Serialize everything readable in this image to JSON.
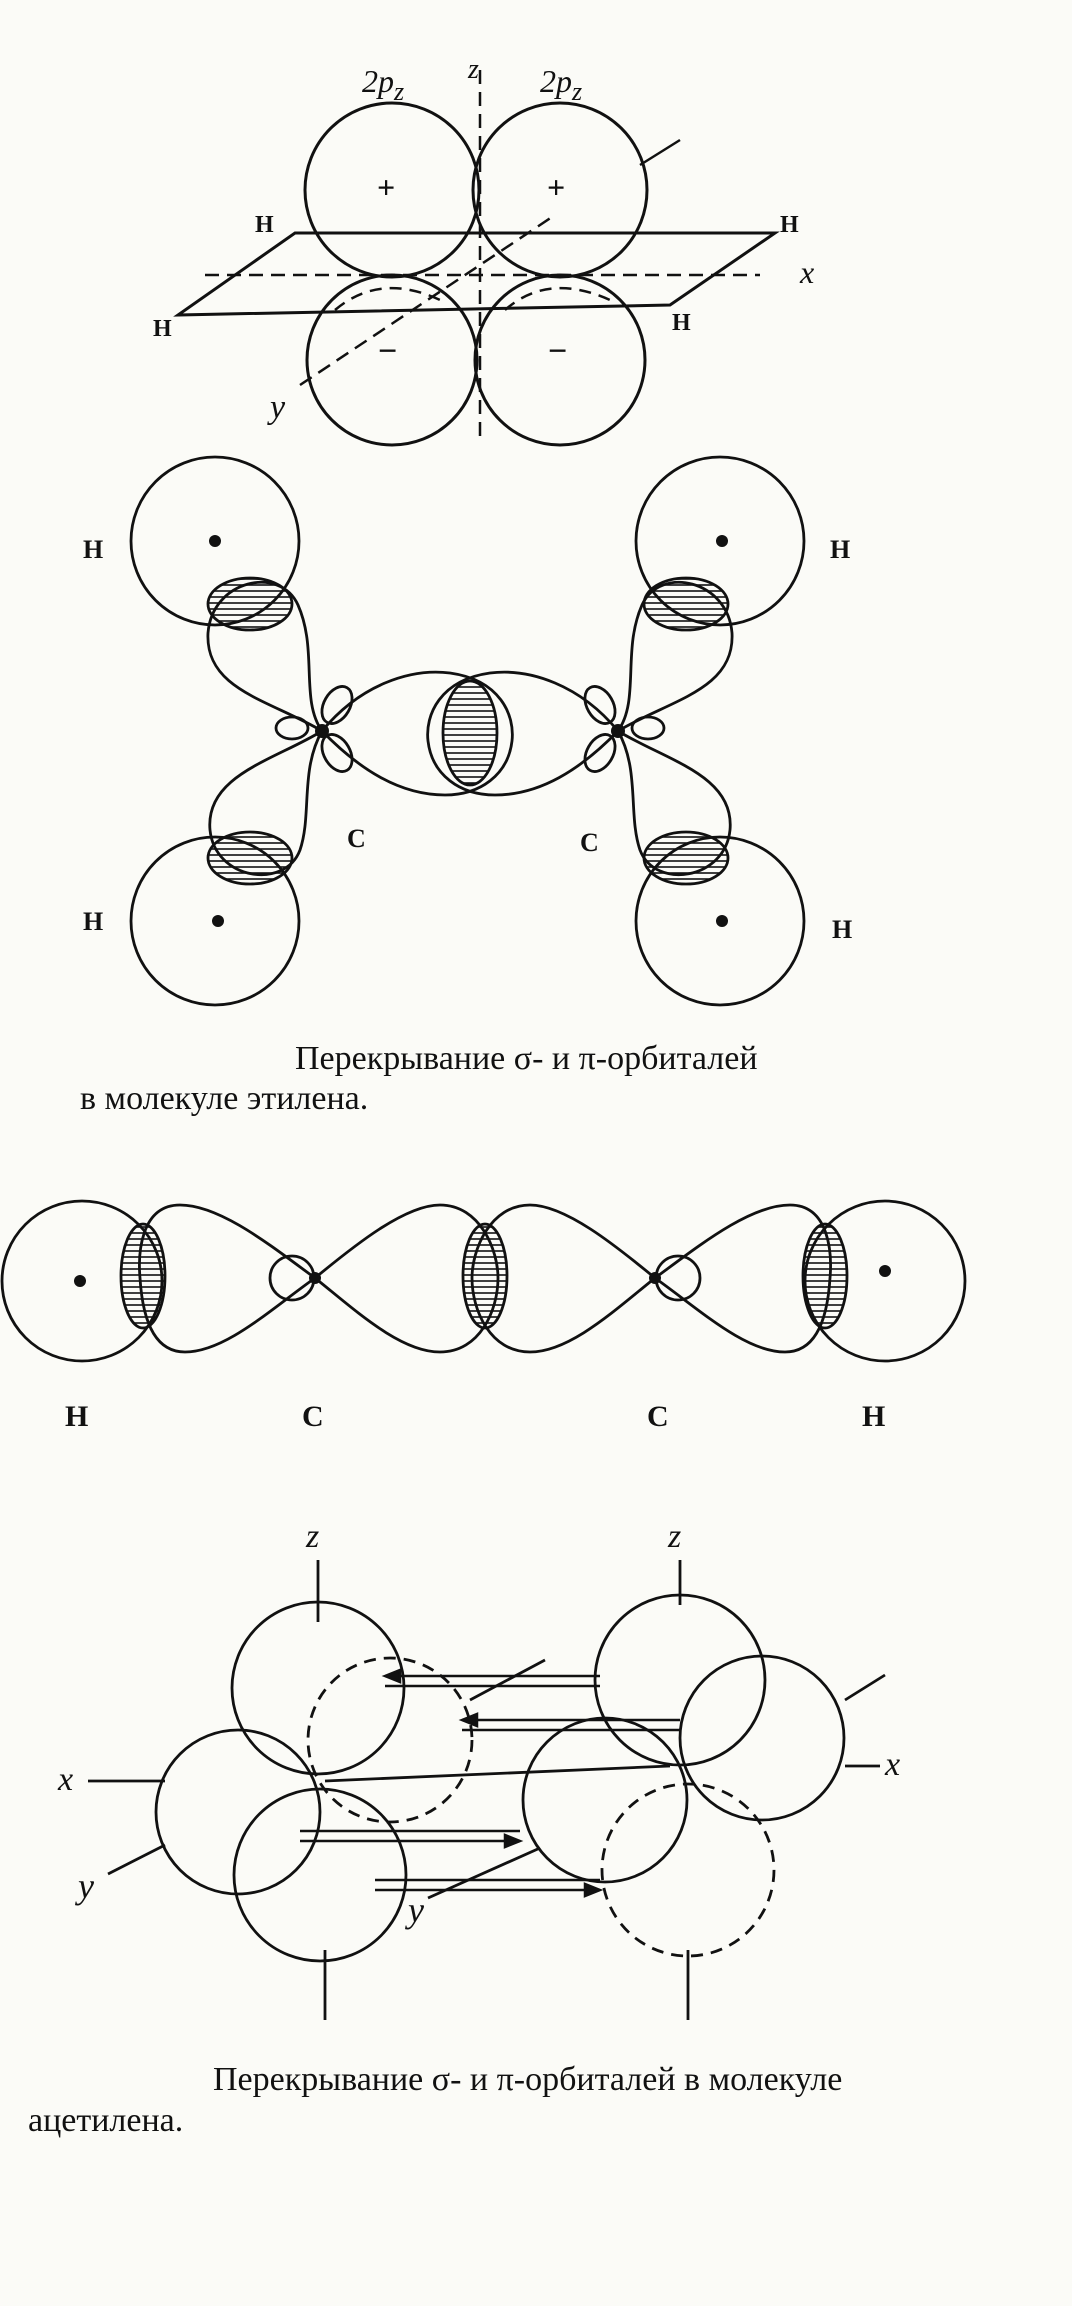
{
  "ethylene_pi": {
    "orbital_labels": [
      "2p",
      "2p"
    ],
    "orbital_subscript": "z",
    "axis_z": "z",
    "axis_x": "x",
    "axis_y": "y",
    "plus": "+",
    "minus": "−",
    "h_labels": [
      "H",
      "H",
      "H",
      "H"
    ]
  },
  "ethylene_sigma": {
    "h_labels": [
      "H",
      "H",
      "H",
      "H"
    ],
    "c_labels": [
      "C",
      "C"
    ]
  },
  "caption_ethylene": {
    "line1": "Перекрывание σ- и π-орбиталей",
    "line2": "в молекуле этилена."
  },
  "acetylene_sigma": {
    "labels": [
      "H",
      "C",
      "C",
      "H"
    ]
  },
  "acetylene_pi": {
    "axis_z": "z",
    "axis_x": "x",
    "axis_y": "y"
  },
  "caption_acetylene": {
    "line1": "Перекрывание σ- и π-орбиталей в молекуле",
    "line2": "ацетилена."
  }
}
